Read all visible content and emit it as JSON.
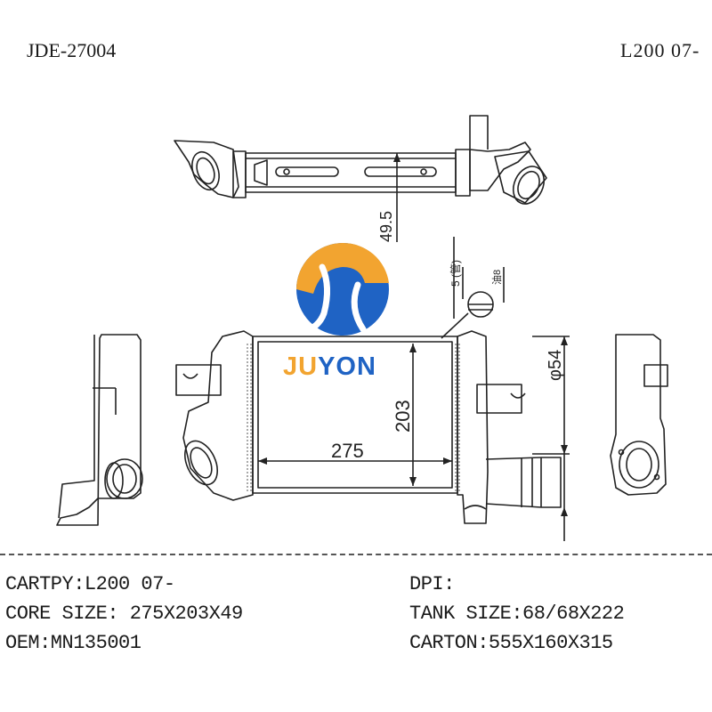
{
  "header": {
    "part_code": "JDE-27004",
    "model": "L200 07-"
  },
  "logo": {
    "brand_part1": "JU",
    "brand_part2": "YON",
    "accent_orange": "#f2a430",
    "accent_blue": "#1f63c4"
  },
  "dimensions": {
    "width_label": "275",
    "height_label": "203",
    "depth_label": "49.5",
    "diameter_label": "φ54",
    "note_label": "5 (管)",
    "note_label2": "油8"
  },
  "specs": {
    "cartpy": "CARTPY:L200 07-",
    "core_size": "CORE SIZE:  275X203X49",
    "oem": "OEM:MN135001",
    "dpi": "DPI:",
    "tank_size": "TANK SIZE:68/68X222",
    "carton": "CARTON:555X160X315"
  }
}
